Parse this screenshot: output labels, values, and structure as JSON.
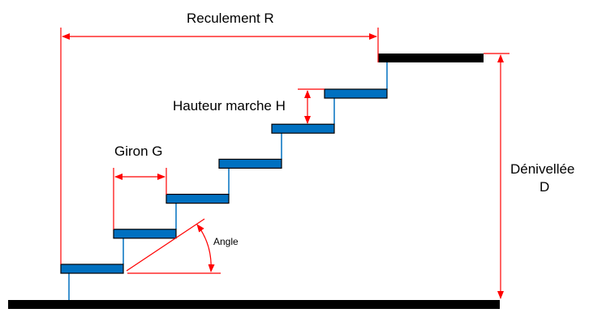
{
  "diagram": {
    "title": "Staircase dimensions",
    "labels": {
      "reculement": "Reculement R",
      "hauteur": "Hauteur marche H",
      "giron": "Giron G",
      "angle": "Angle",
      "denivellee_line1": "Dénivellée",
      "denivellee_line2": "D"
    },
    "steps_count": 6,
    "colors": {
      "step_fill": "#0070C0",
      "step_stroke": "#000000",
      "riser": "#0070C0",
      "dimension": "#FF0000",
      "landing": "#000000",
      "ground": "#000000"
    }
  }
}
